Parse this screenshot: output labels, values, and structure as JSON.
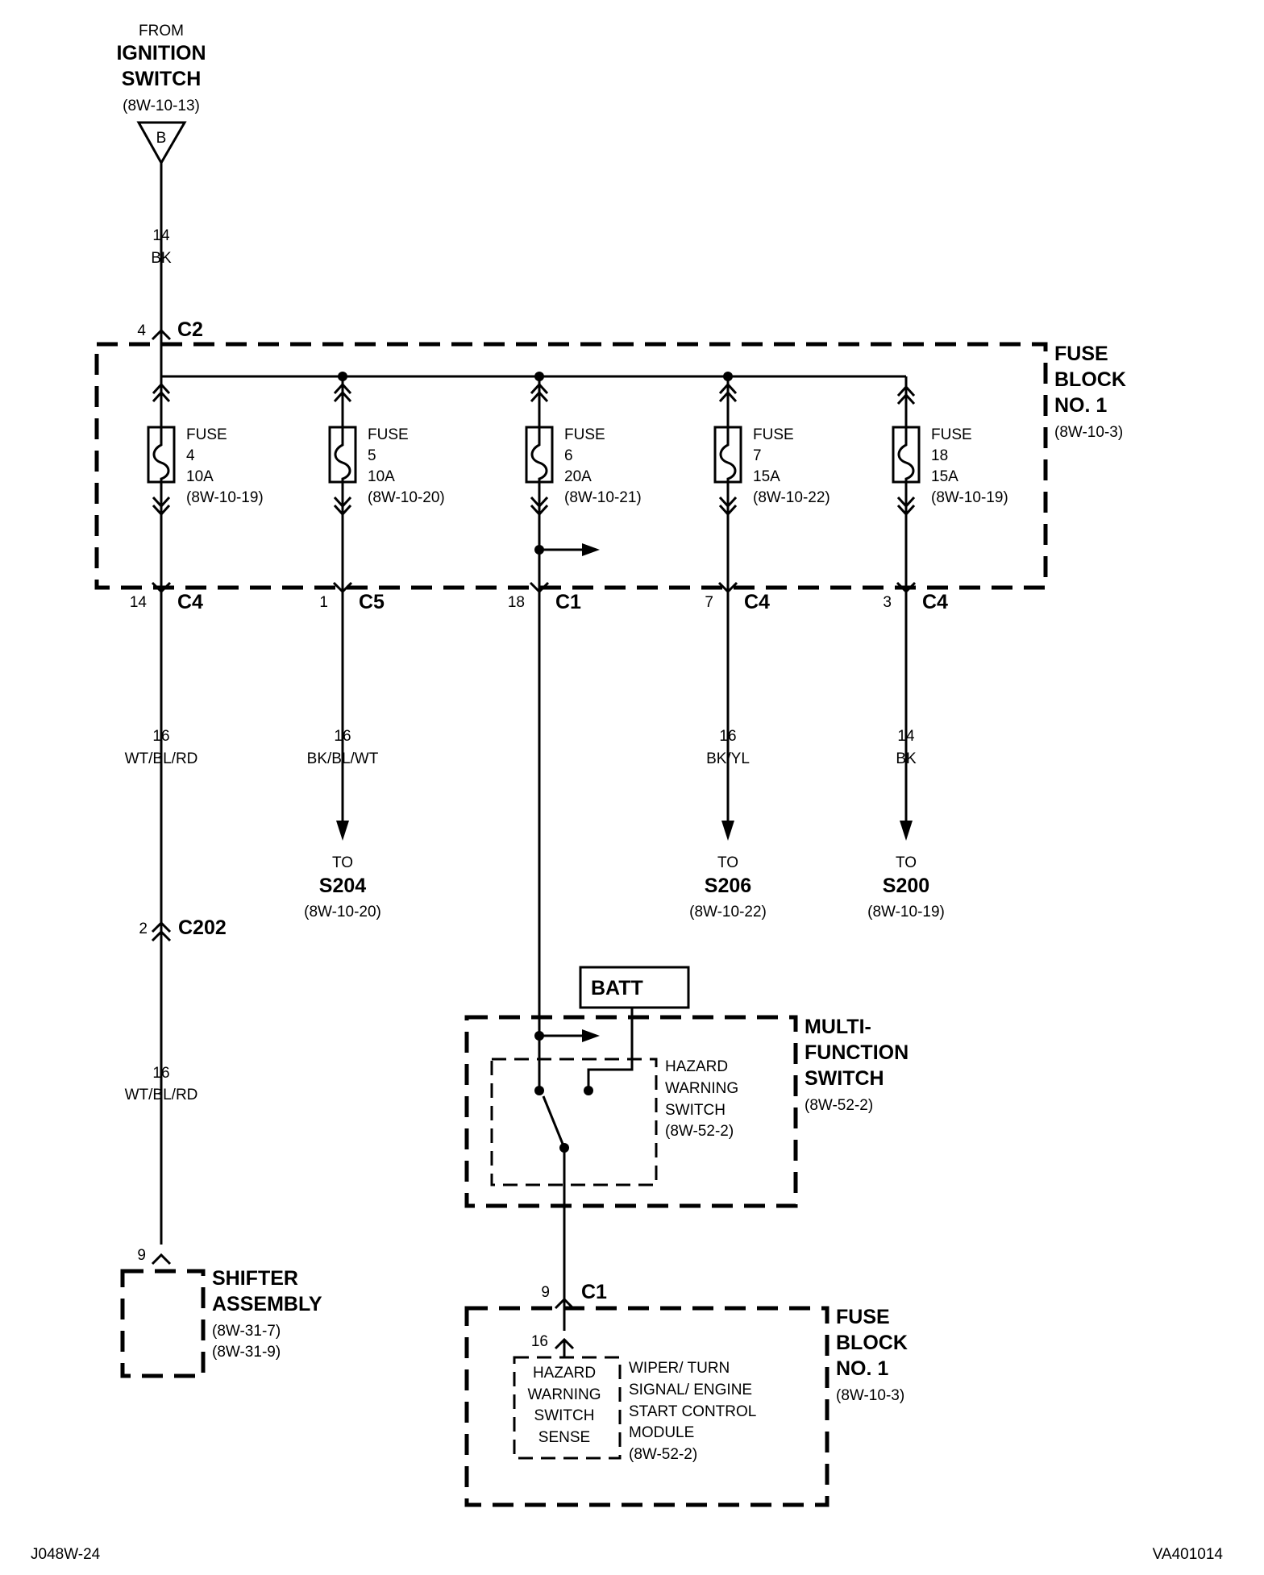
{
  "source": {
    "from": "FROM",
    "name1": "IGNITION",
    "name2": "SWITCH",
    "ref": "(8W-10-13)",
    "connector_letter": "B"
  },
  "feed_wire": {
    "gauge": "14",
    "color": "BK"
  },
  "feed_connector": {
    "pin": "4",
    "name": "C2"
  },
  "fuse_block_top": {
    "line1": "FUSE",
    "line2": "BLOCK",
    "line3": "NO. 1",
    "ref": "(8W-10-3)"
  },
  "fuses": [
    {
      "label": "FUSE",
      "number": "4",
      "rating": "10A",
      "ref": "(8W-10-19)",
      "pin": "14",
      "connector": "C4"
    },
    {
      "label": "FUSE",
      "number": "5",
      "rating": "10A",
      "ref": "(8W-10-20)",
      "pin": "1",
      "connector": "C5"
    },
    {
      "label": "FUSE",
      "number": "6",
      "rating": "20A",
      "ref": "(8W-10-21)",
      "pin": "18",
      "connector": "C1"
    },
    {
      "label": "FUSE",
      "number": "7",
      "rating": "15A",
      "ref": "(8W-10-22)",
      "pin": "7",
      "connector": "C4"
    },
    {
      "label": "FUSE",
      "number": "18",
      "rating": "15A",
      "ref": "(8W-10-19)",
      "pin": "3",
      "connector": "C4"
    }
  ],
  "wires": {
    "fuse4_upper": {
      "gauge": "16",
      "color": "WT/BL/RD"
    },
    "fuse4_lower": {
      "gauge": "16",
      "color": "WT/BL/RD"
    },
    "fuse5": {
      "gauge": "16",
      "color": "BK/BL/WT"
    },
    "fuse7": {
      "gauge": "16",
      "color": "BK/YL"
    },
    "fuse18": {
      "gauge": "14",
      "color": "BK"
    }
  },
  "destinations": [
    {
      "to": "TO",
      "splice": "S204",
      "ref": "(8W-10-20)"
    },
    {
      "to": "TO",
      "splice": "S206",
      "ref": "(8W-10-22)"
    },
    {
      "to": "TO",
      "splice": "S200",
      "ref": "(8W-10-19)"
    }
  ],
  "c202": {
    "pin": "2",
    "name": "C202"
  },
  "shifter": {
    "pin": "9",
    "line1": "SHIFTER",
    "line2": "ASSEMBLY",
    "ref1": "(8W-31-7)",
    "ref2": "(8W-31-9)"
  },
  "batt_label": "BATT",
  "multifunction_switch": {
    "line1": "MULTI-",
    "line2": "FUNCTION",
    "line3": "SWITCH",
    "ref": "(8W-52-2)"
  },
  "hazard_switch": {
    "line1": "HAZARD",
    "line2": "WARNING",
    "line3": "SWITCH",
    "ref": "(8W-52-2)"
  },
  "bottom_connector": {
    "pin": "9",
    "name": "C1",
    "inner_pin": "16"
  },
  "fuse_block_bottom": {
    "line1": "FUSE",
    "line2": "BLOCK",
    "line3": "NO. 1",
    "ref": "(8W-10-3)"
  },
  "hazard_sense": {
    "line1": "HAZARD",
    "line2": "WARNING",
    "line3": "SWITCH",
    "line4": "SENSE"
  },
  "wiper_module": {
    "line1": "WIPER/ TURN",
    "line2": "SIGNAL/ ENGINE",
    "line3": "START CONTROL",
    "line4": "MODULE",
    "ref": "(8W-52-2)"
  },
  "footer": {
    "left": "J048W-24",
    "right": "VA401014"
  }
}
